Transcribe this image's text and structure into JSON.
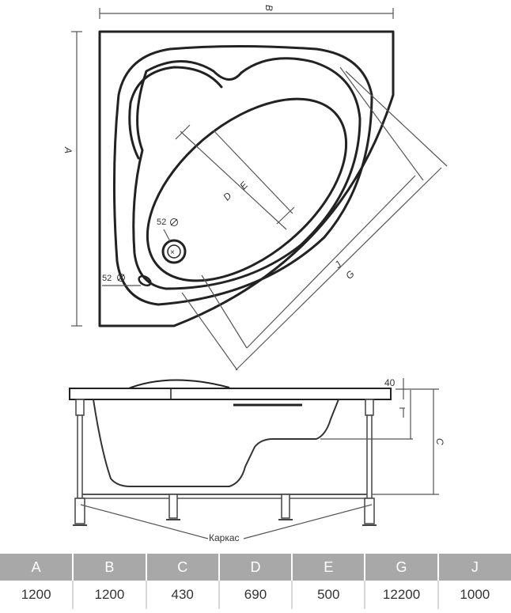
{
  "labels": {
    "A": "A",
    "B": "B",
    "C": "C",
    "D": "D",
    "E": "E",
    "G": "G",
    "J": "J",
    "drain_top": "52",
    "drain_side": "52",
    "rim_height": "40",
    "frame": "Каркас"
  },
  "colors": {
    "table_header_bg": "#a8a8a8",
    "table_header_text": "#ffffff",
    "line": "#222222"
  },
  "table": {
    "headers": [
      "A",
      "B",
      "C",
      "D",
      "E",
      "G",
      "J"
    ],
    "values": [
      "1200",
      "1200",
      "430",
      "690",
      "500",
      "12200",
      "1000"
    ]
  }
}
